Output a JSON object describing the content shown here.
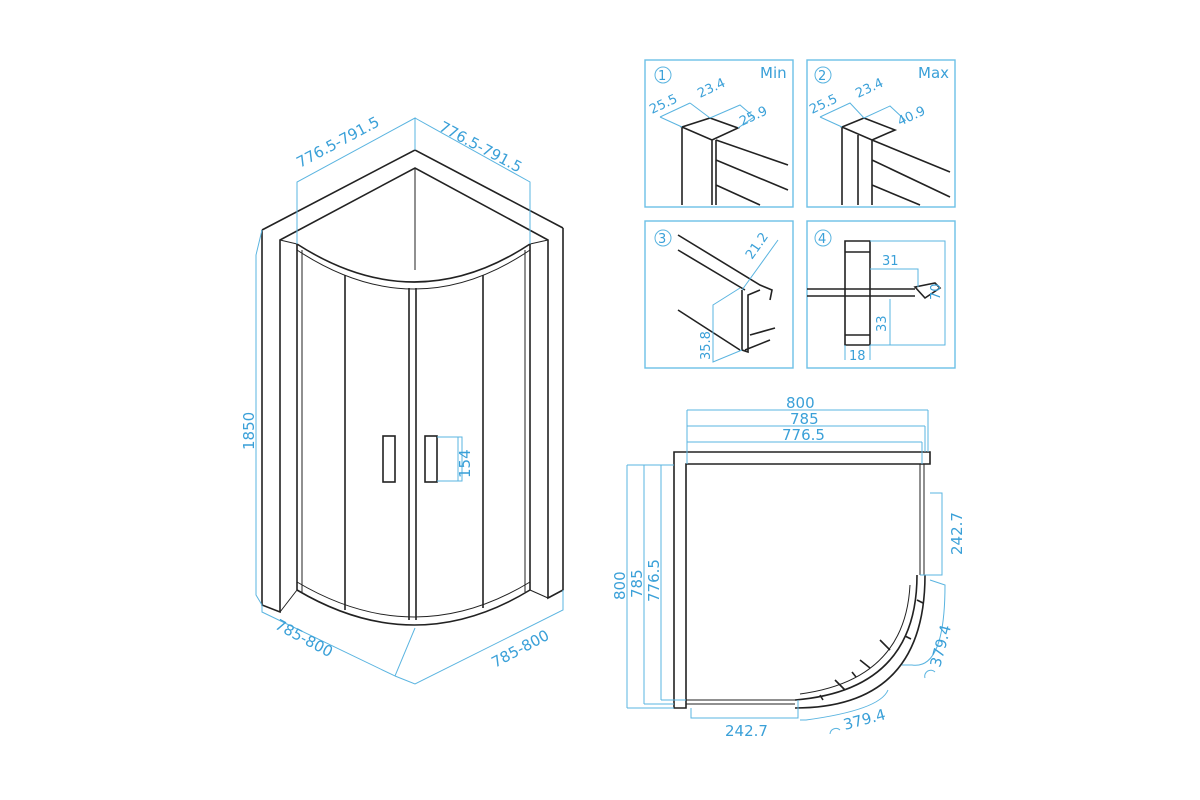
{
  "perspective": {
    "width_left": "776.5-791.5",
    "width_right": "776.5-791.5",
    "height": "1850",
    "handle_height": "154",
    "base_left": "785-800",
    "base_right": "785-800"
  },
  "details": [
    {
      "number": "1",
      "label": "Min",
      "dims": [
        "25.5",
        "23.4",
        "25.9"
      ]
    },
    {
      "number": "2",
      "label": "Max",
      "dims": [
        "25.5",
        "23.4",
        "40.9"
      ]
    },
    {
      "number": "3",
      "dims": [
        "21.2",
        "35.8"
      ]
    },
    {
      "number": "4",
      "dims": [
        "31",
        "70",
        "33",
        "18"
      ]
    }
  ],
  "plan": {
    "top": [
      "800",
      "785",
      "776.5"
    ],
    "left": [
      "800",
      "785",
      "776.5"
    ],
    "right_straight": "242.7",
    "bottom_straight": "242.7",
    "arc_right": "379.4",
    "arc_bottom": "379.4"
  },
  "colors": {
    "dimension": "#3aa0d8",
    "line": "#222222"
  }
}
